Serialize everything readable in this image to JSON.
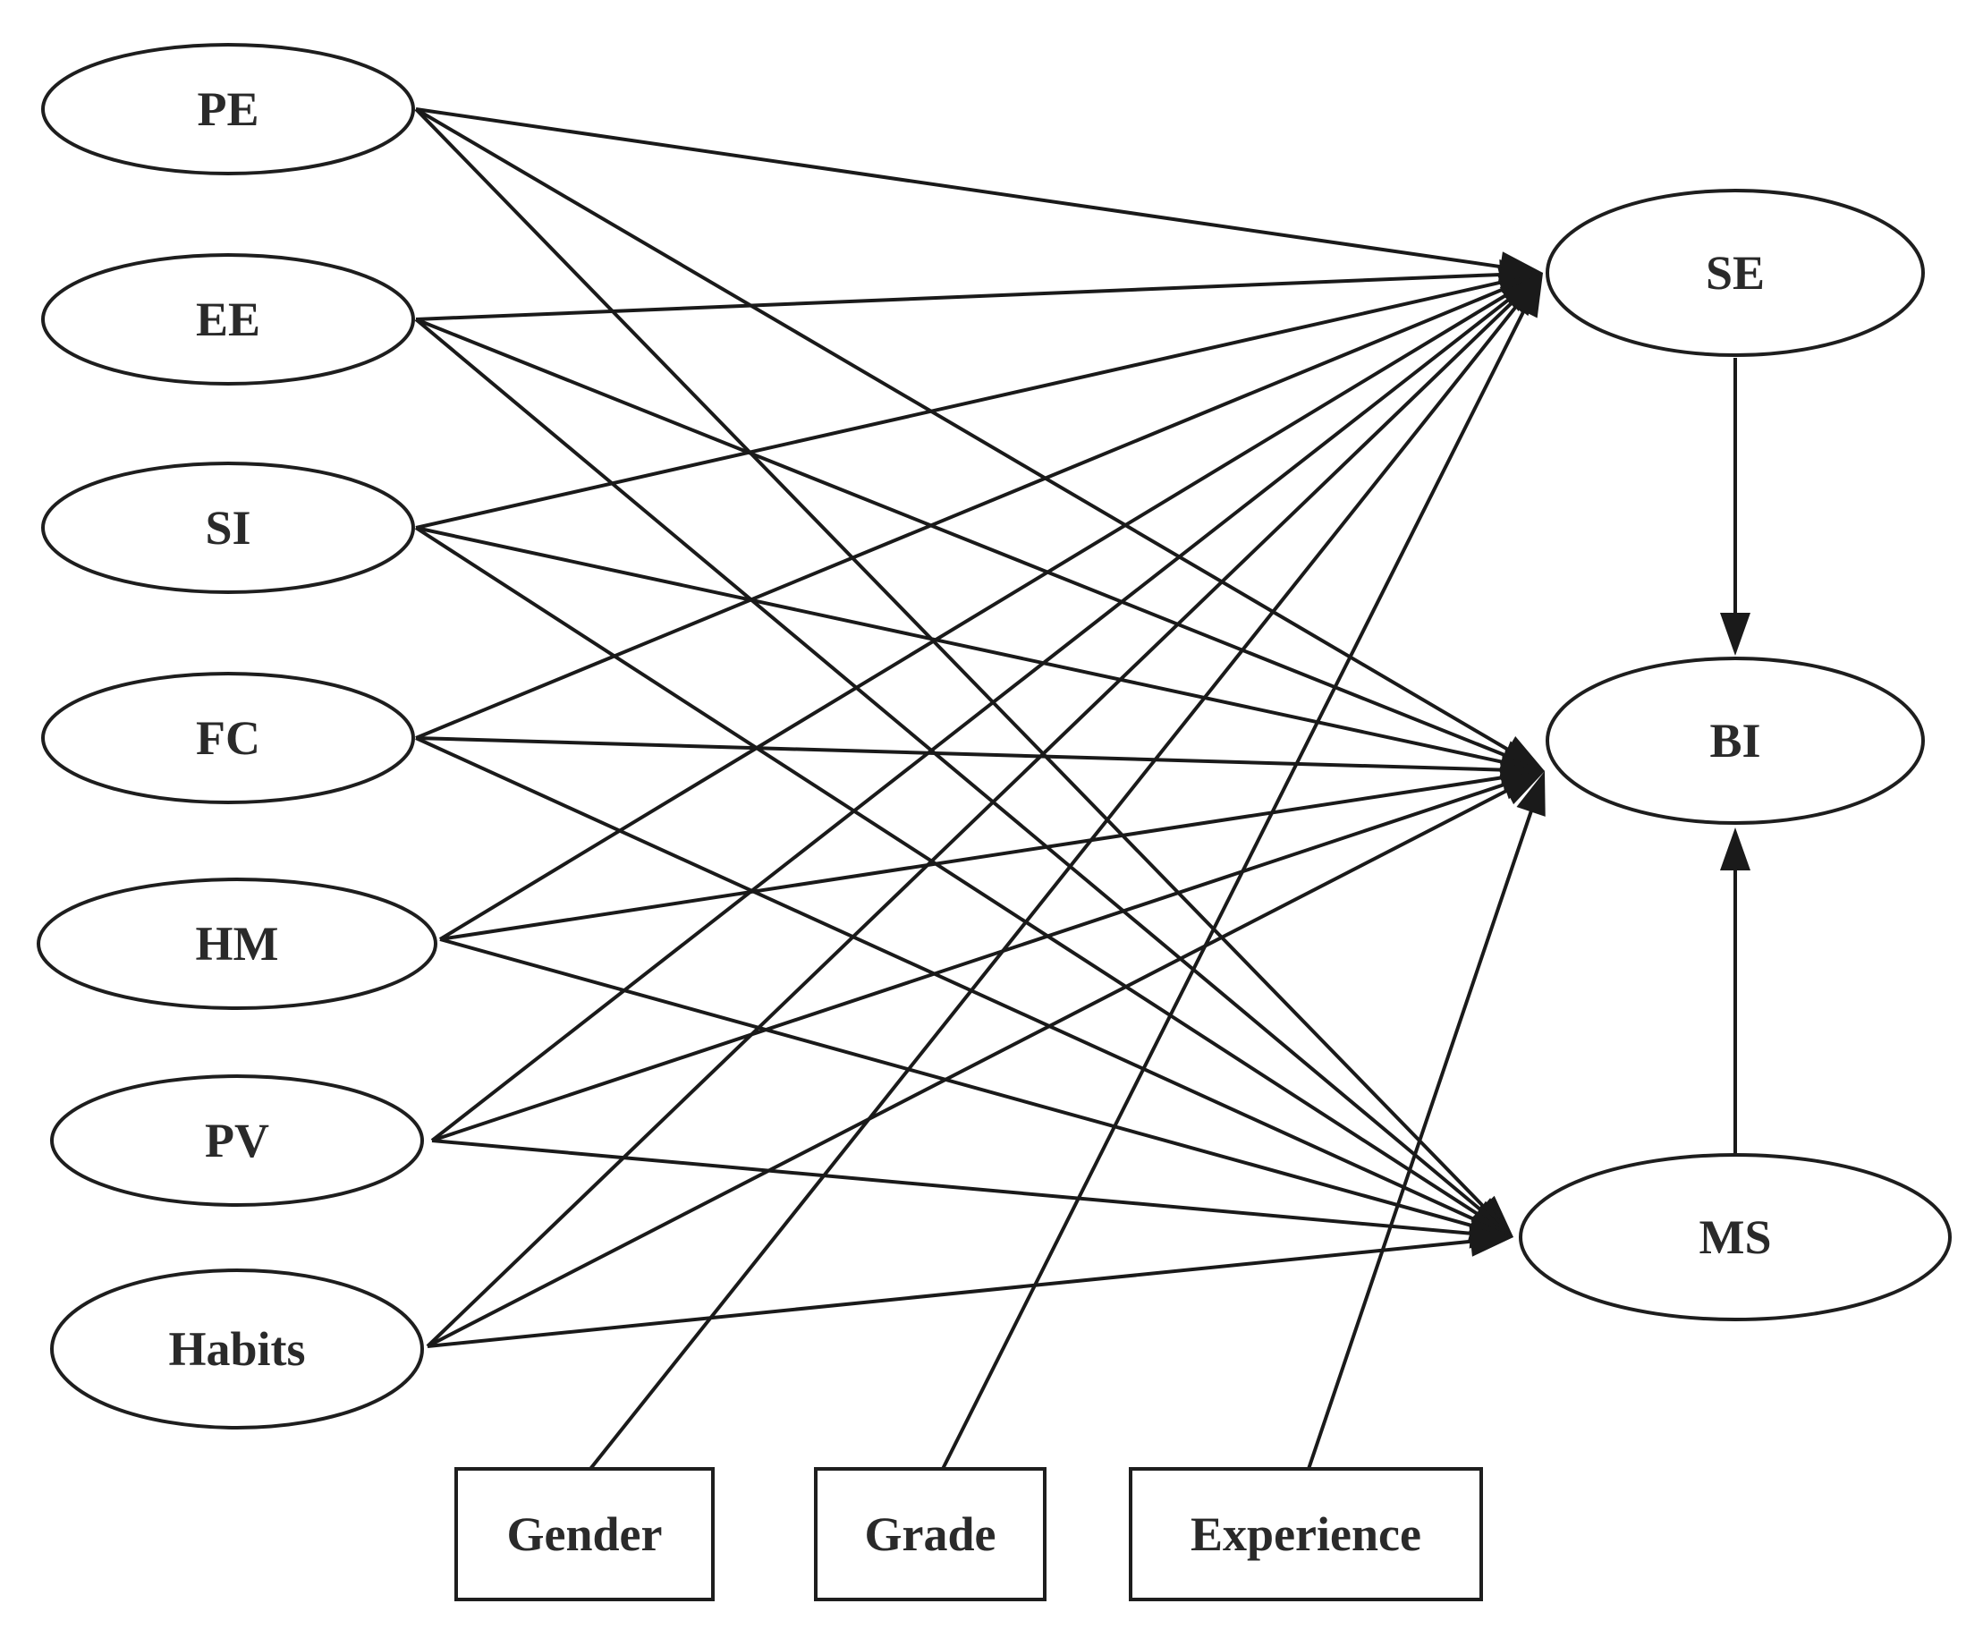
{
  "diagram": {
    "nodes": [
      {
        "id": "PE",
        "label": "PE",
        "shape": "ellipse"
      },
      {
        "id": "EE",
        "label": "EE",
        "shape": "ellipse"
      },
      {
        "id": "SI",
        "label": "SI",
        "shape": "ellipse"
      },
      {
        "id": "FC",
        "label": "FC",
        "shape": "ellipse"
      },
      {
        "id": "HM",
        "label": "HM",
        "shape": "ellipse"
      },
      {
        "id": "PV",
        "label": "PV",
        "shape": "ellipse"
      },
      {
        "id": "Habits",
        "label": "Habits",
        "shape": "ellipse"
      },
      {
        "id": "SE",
        "label": "SE",
        "shape": "ellipse"
      },
      {
        "id": "BI",
        "label": "BI",
        "shape": "ellipse"
      },
      {
        "id": "MS",
        "label": "MS",
        "shape": "ellipse"
      },
      {
        "id": "Gender",
        "label": "Gender",
        "shape": "rect"
      },
      {
        "id": "Grade",
        "label": "Grade",
        "shape": "rect"
      },
      {
        "id": "Experience",
        "label": "Experience",
        "shape": "rect"
      }
    ],
    "edges": [
      {
        "from": "PE",
        "to": "SE"
      },
      {
        "from": "PE",
        "to": "BI"
      },
      {
        "from": "PE",
        "to": "MS"
      },
      {
        "from": "EE",
        "to": "SE"
      },
      {
        "from": "EE",
        "to": "BI"
      },
      {
        "from": "EE",
        "to": "MS"
      },
      {
        "from": "SI",
        "to": "SE"
      },
      {
        "from": "SI",
        "to": "BI"
      },
      {
        "from": "SI",
        "to": "MS"
      },
      {
        "from": "FC",
        "to": "SE"
      },
      {
        "from": "FC",
        "to": "BI"
      },
      {
        "from": "FC",
        "to": "MS"
      },
      {
        "from": "HM",
        "to": "SE"
      },
      {
        "from": "HM",
        "to": "BI"
      },
      {
        "from": "HM",
        "to": "MS"
      },
      {
        "from": "PV",
        "to": "SE"
      },
      {
        "from": "PV",
        "to": "BI"
      },
      {
        "from": "PV",
        "to": "MS"
      },
      {
        "from": "Habits",
        "to": "SE"
      },
      {
        "from": "Habits",
        "to": "BI"
      },
      {
        "from": "Habits",
        "to": "MS"
      },
      {
        "from": "Gender",
        "to": "SE"
      },
      {
        "from": "Grade",
        "to": "SE"
      },
      {
        "from": "Experience",
        "to": "BI"
      },
      {
        "from": "SE",
        "to": "BI"
      },
      {
        "from": "MS",
        "to": "BI"
      }
    ]
  },
  "colors": {
    "stroke": "#1a1a1a",
    "text": "#2a2a2a",
    "background": "#ffffff"
  }
}
